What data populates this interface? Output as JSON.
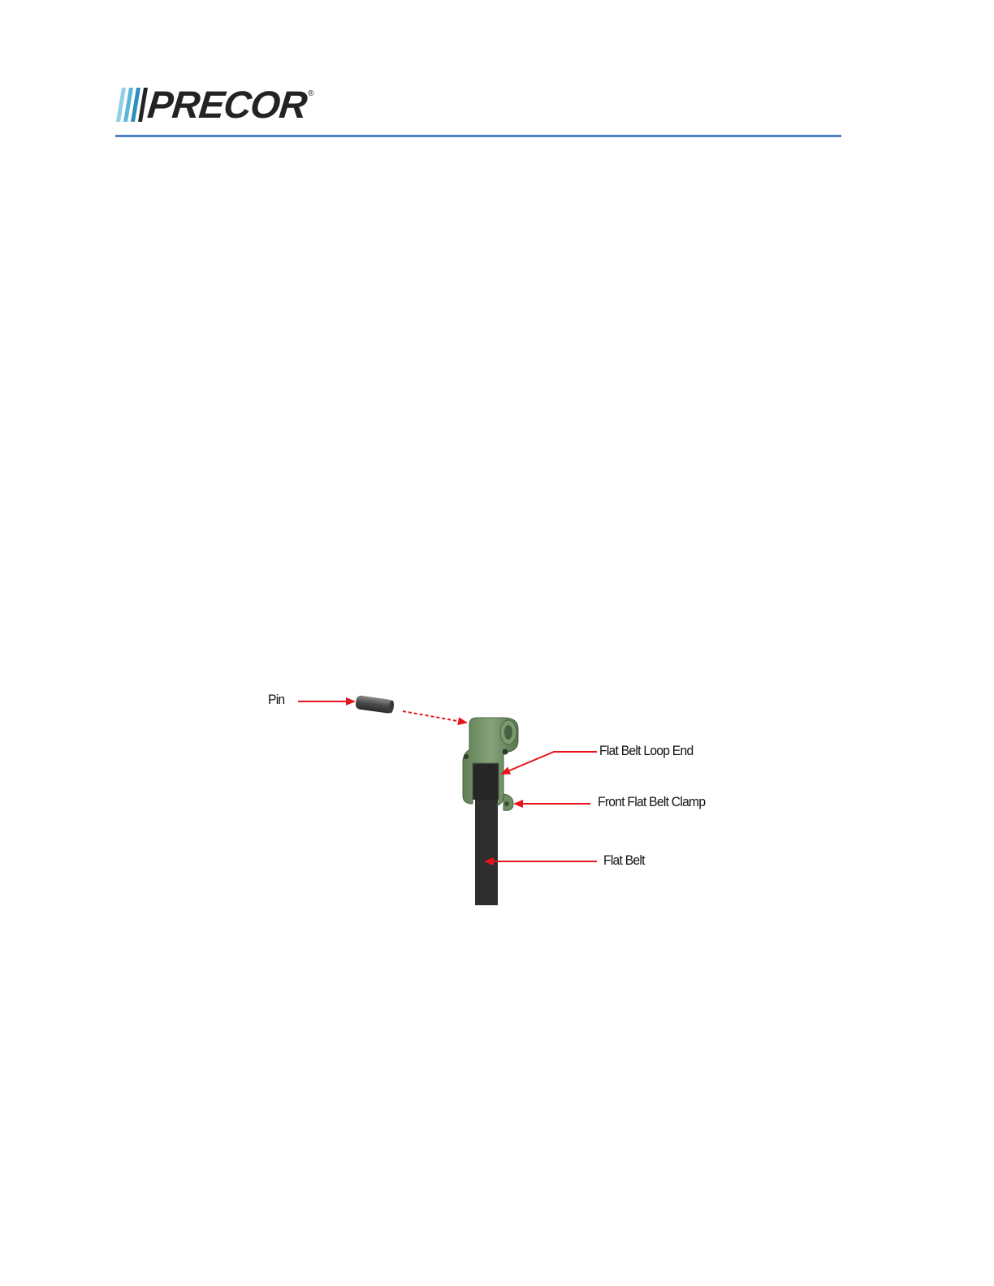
{
  "header": {
    "logo_text": "PRECOR",
    "logo_registered": "®"
  },
  "colors": {
    "rule": "#4f7fc4",
    "arrow": "#e8141b",
    "clamp": "#6f8f62",
    "belt": "#2e2e2e",
    "logo_stripes": "#3aa0c8"
  },
  "figure": {
    "labels": {
      "pin": "Pin",
      "loop_end": "Flat Belt Loop End",
      "clamp": "Front Flat Belt Clamp",
      "belt": "Flat Belt"
    }
  }
}
